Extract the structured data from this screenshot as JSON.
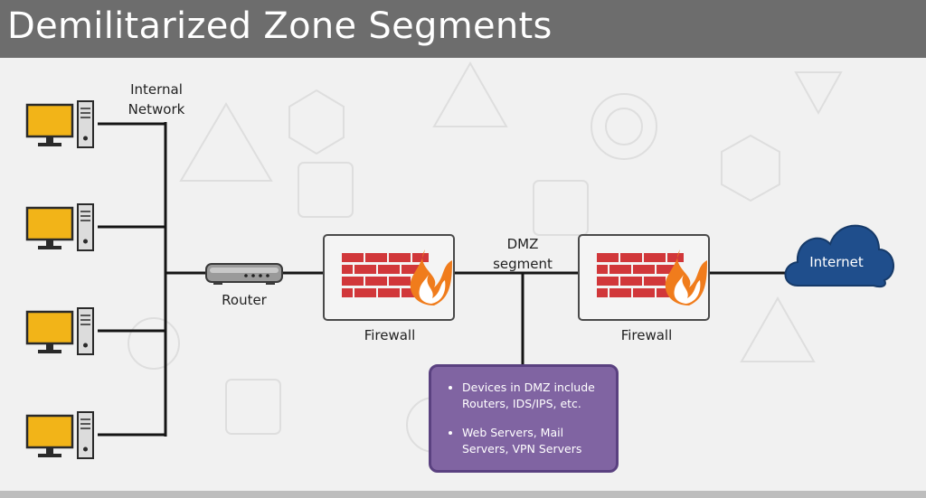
{
  "title": "Demilitarized Zone Segments",
  "labels": {
    "internal_network_line1": "Internal",
    "internal_network_line2": "Network",
    "router": "Router",
    "firewall_left": "Firewall",
    "dmz_line1": "DMZ",
    "dmz_line2": "segment",
    "firewall_right": "Firewall",
    "internet": "Internet"
  },
  "dmz_box": {
    "items": [
      "Devices in DMZ include Routers, IDS/IPS, etc.",
      "Web Servers, Mail Servers, VPN Servers"
    ]
  },
  "icons": {
    "workstation": "workstation-icon",
    "router": "router-icon",
    "firewall": "firewall-icon",
    "cloud": "cloud-icon"
  },
  "colors": {
    "title_bar": "#6d6d6d",
    "monitor": "#f2b418",
    "brick": "#d1373a",
    "flame": "#f07c1c",
    "cloud": "#1f4e8c",
    "dmz_box": "#8064a2"
  }
}
